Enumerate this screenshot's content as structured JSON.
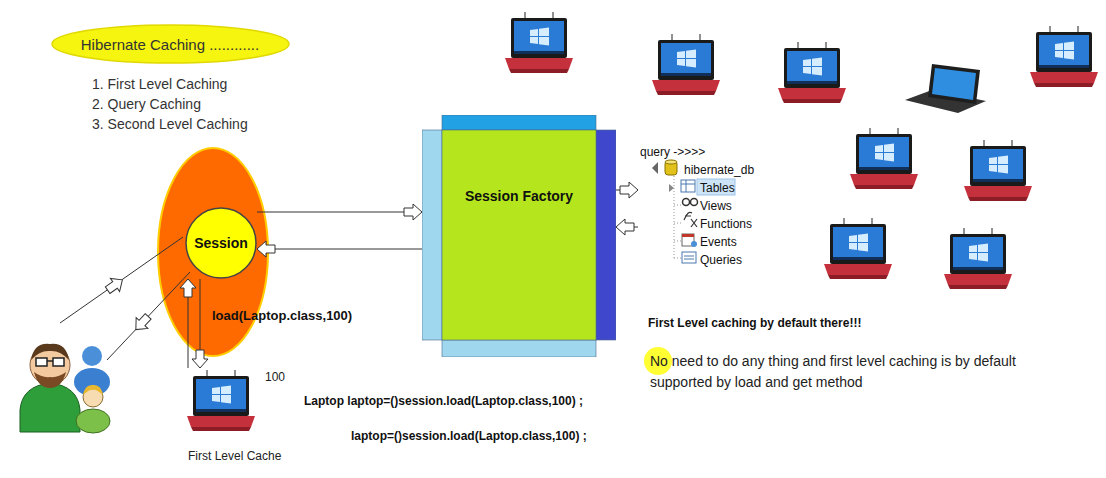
{
  "diagram": {
    "nodes": [
      {
        "text": [
          "Hibernate Caching ............"
        ]
      },
      {
        "text": [
          "Session"
        ]
      },
      {
        "text": [
          "Session Factory"
        ]
      },
      {
        "text": [
          "query ->>>>",
          "hibernate_db",
          "Tables",
          "Views",
          "Functions",
          "Events",
          "Queries"
        ]
      },
      {
        "text": [
          "First Level Cache"
        ]
      }
    ],
    "edges": [
      {
        "from": 1,
        "to": 2,
        "arrow": "to"
      },
      {
        "from": 2,
        "to": 1,
        "arrow": "to"
      },
      {
        "from": 2,
        "to": 3,
        "arrow": "to"
      },
      {
        "from": 3,
        "to": 2,
        "arrow": "to"
      },
      {
        "from": 1,
        "to": 4,
        "arrow": "to"
      },
      {
        "from": 4,
        "to": 1,
        "arrow": "to"
      }
    ],
    "labels": [
      "1. First Level Caching",
      "2. Query Caching",
      "3. Second Level Caching",
      "load(Laptop.class,100)",
      "100",
      "Laptop laptop=()session.load(Laptop.class,100) ;",
      "laptop=()session.load(Laptop.class,100) ;",
      "First Level caching by default there!!!",
      "No need to do any thing and first level caching is by default supported by load and get method"
    ]
  }
}
